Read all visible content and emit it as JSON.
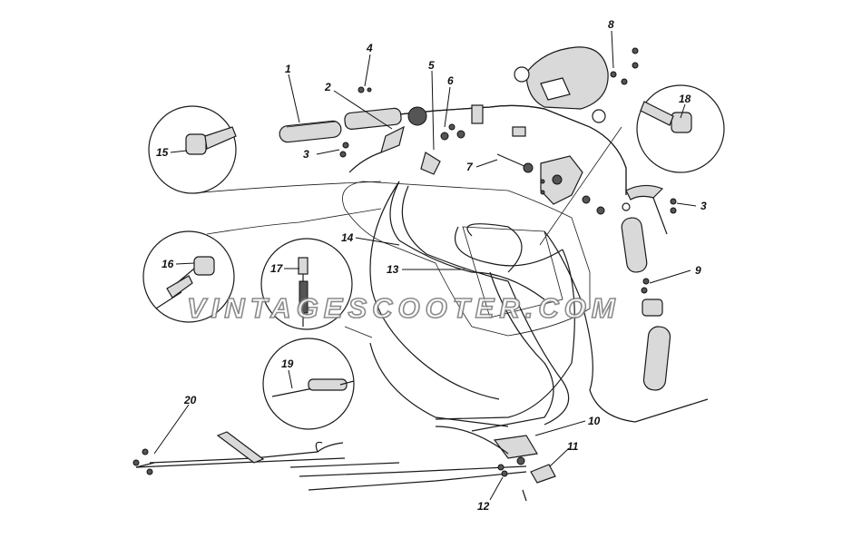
{
  "watermark": "VINTAGESCOOTER.COM",
  "callouts": [
    "1",
    "2",
    "3",
    "4",
    "5",
    "6",
    "7",
    "8",
    "3",
    "9",
    "10",
    "11",
    "12",
    "13",
    "14",
    "15",
    "16",
    "17",
    "18",
    "19",
    "20"
  ]
}
